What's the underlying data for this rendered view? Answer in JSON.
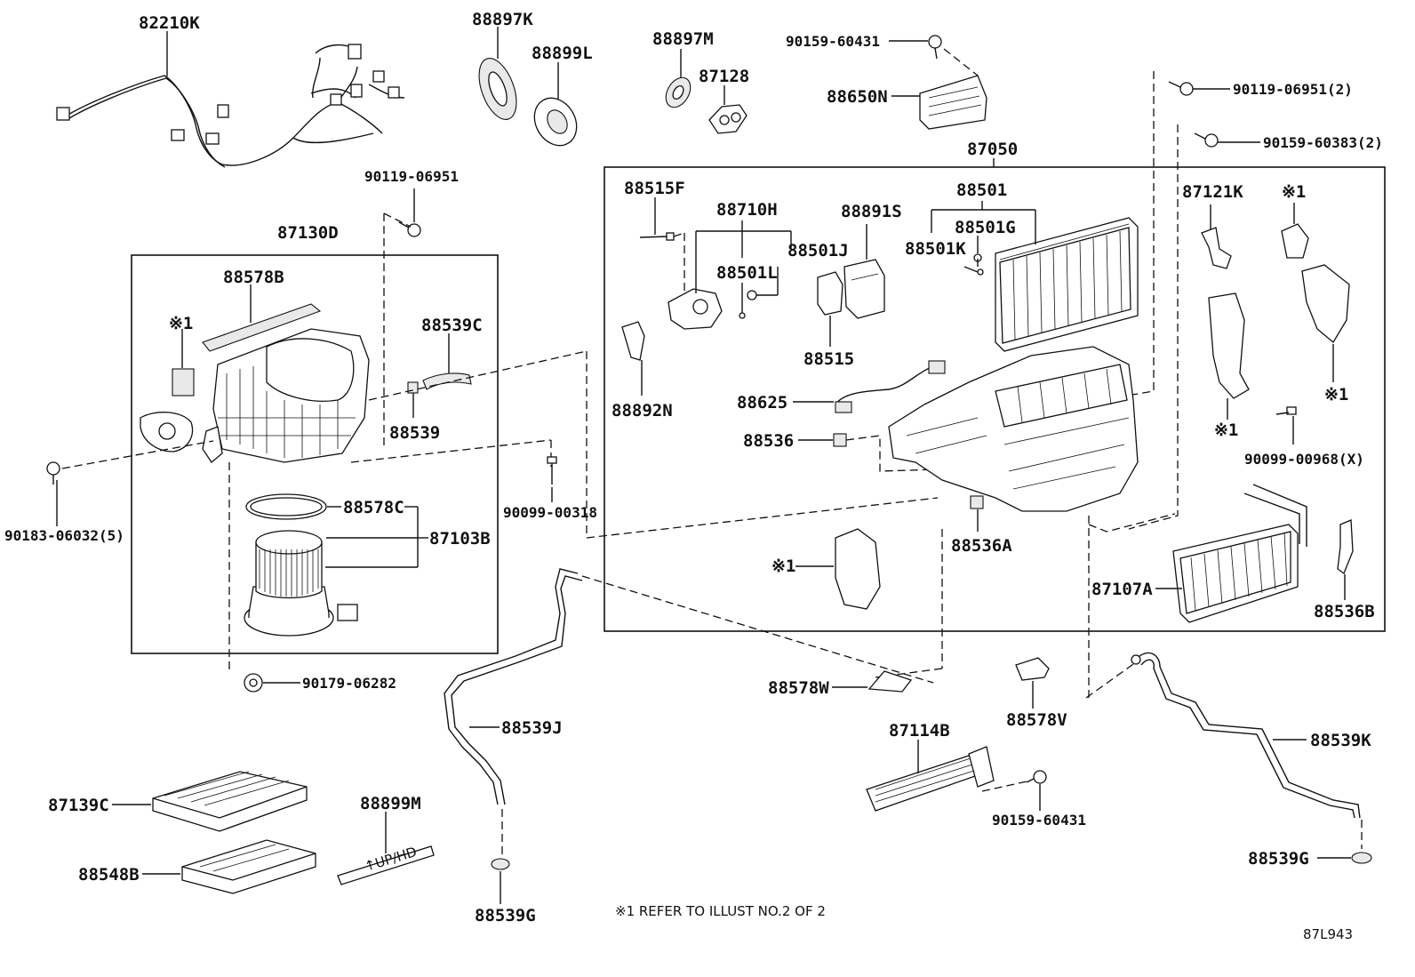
{
  "parts": {
    "p82210K": "82210K",
    "p88897K": "88897K",
    "p88899L": "88899L",
    "p88897M": "88897M",
    "p87128": "87128",
    "p90159_60431_top": "90159-60431",
    "p88650N": "88650N",
    "p90119_06951_2": "90119-06951(2)",
    "p90159_60383_2": "90159-60383(2)",
    "p87050": "87050",
    "p90119_06951": "90119-06951",
    "p87130D": "87130D",
    "p88578B": "88578B",
    "p88539C": "88539C",
    "p88539": "88539",
    "p90183_06032_5": "90183-06032(5)",
    "p90099_00318": "90099-00318",
    "p88578C": "88578C",
    "p87103B": "87103B",
    "p90179_06282": "90179-06282",
    "p88515F": "88515F",
    "p88710H": "88710H",
    "p88891S": "88891S",
    "p88501": "88501",
    "p88501G": "88501G",
    "p88501J": "88501J",
    "p88501K": "88501K",
    "p88501L": "88501L",
    "p88515": "88515",
    "p88892N": "88892N",
    "p88625": "88625",
    "p88536": "88536",
    "p88536A": "88536A",
    "p87121K": "87121K",
    "p90099_00968_X": "90099-00968(X)",
    "p87107A": "87107A",
    "p88536B": "88536B",
    "p88578W": "88578W",
    "p88578V": "88578V",
    "p88539J": "88539J",
    "p88539K": "88539K",
    "p87114B": "87114B",
    "p90159_60431_bot": "90159-60431",
    "p87139C": "87139C",
    "p88899M": "88899M",
    "p88548B": "88548B",
    "p88539G_left": "88539G",
    "p88539G_right": "88539G"
  },
  "ref_marks": {
    "ref1": "※1"
  },
  "note": "※1 REFER TO ILLUST NO.2 OF 2",
  "filter_text": "↑UP/HD",
  "diagram_id": "87L943"
}
